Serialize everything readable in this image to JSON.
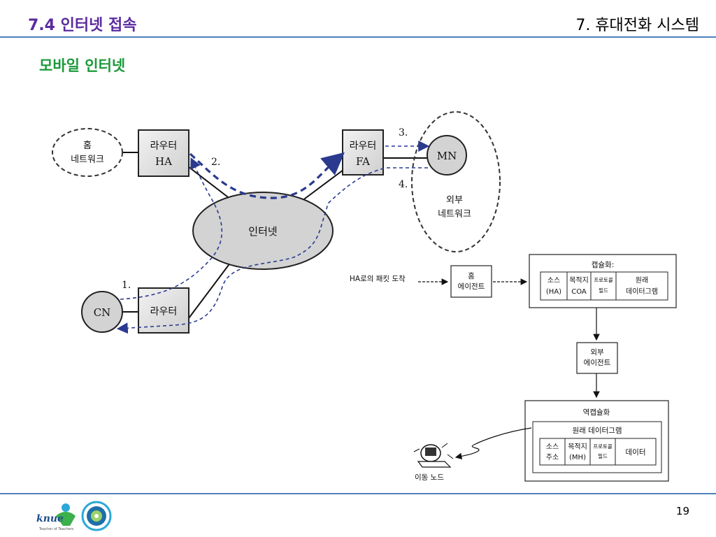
{
  "header": {
    "section_title": "7.4 인터넷 접속",
    "chapter_title": "7. 휴대전화 시스템"
  },
  "subtitle": "모바일 인터넷",
  "diagram_top": {
    "home_network": [
      "홈",
      "네트워크"
    ],
    "router_ha": [
      "라우터",
      "HA"
    ],
    "router_fa": [
      "라우터",
      "FA"
    ],
    "mn": "MN",
    "foreign_network": [
      "외부",
      "네트워크"
    ],
    "internet": "인터넷",
    "cn": "CN",
    "router_cn": "라우터",
    "steps": {
      "s1": "1.",
      "s2": "2.",
      "s3": "3.",
      "s4": "4."
    }
  },
  "diagram_flow": {
    "input_label": "HA로의 패킷 도착",
    "home_agent": [
      "홈",
      "에이전트"
    ],
    "encapsulation": {
      "title": "캡슐화:",
      "source": [
        "소스",
        "(HA)"
      ],
      "dest": [
        "목적지",
        "COA"
      ],
      "proto": [
        "프로토콜",
        "필드"
      ],
      "orig": [
        "원래",
        "데이터그램"
      ]
    },
    "foreign_agent": [
      "외부",
      "에이전트"
    ],
    "decapsulation": {
      "title": "역캡슐화",
      "inner_title": "원래 데이터그램",
      "source": [
        "소스",
        "주소"
      ],
      "dest": [
        "목적지",
        "(MH)"
      ],
      "proto": [
        "프로토콜",
        "필드"
      ],
      "data": "데이터"
    },
    "mobile_node": "이동 노드"
  },
  "footer": {
    "page_number": "19",
    "logo_text": "knue",
    "logo_tagline": "Teacher of Teachers"
  },
  "colors": {
    "title": "#5b2ca0",
    "subtitle": "#1a9a3a",
    "rule": "#4f81bd",
    "dashed_path": "#2a3a8f"
  }
}
